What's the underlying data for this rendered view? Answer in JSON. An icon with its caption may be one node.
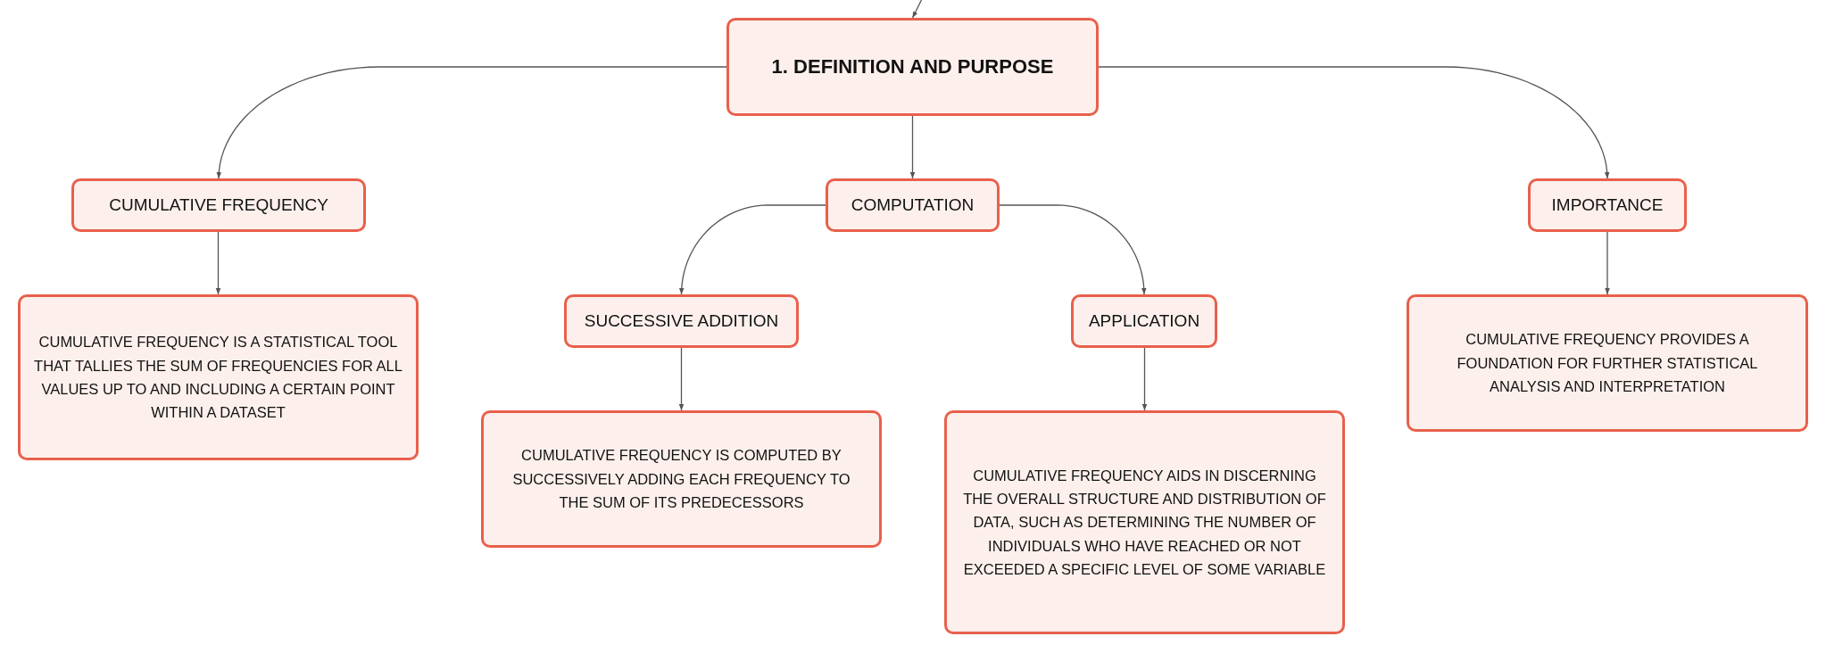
{
  "diagram": {
    "nodes": [
      {
        "text": [
          "1. DEFINITION AND PURPOSE"
        ]
      },
      {
        "text": [
          "CUMULATIVE FREQUENCY"
        ]
      },
      {
        "text": [
          "COMPUTATION"
        ]
      },
      {
        "text": [
          "IMPORTANCE"
        ]
      },
      {
        "text": [
          "CUMULATIVE FREQUENCY IS A STATISTICAL TOOL THAT TALLIES THE SUM OF FREQUENCIES FOR ALL VALUES UP TO AND INCLUDING A CERTAIN POINT WITHIN A DATASET"
        ]
      },
      {
        "text": [
          "SUCCESSIVE ADDITION"
        ]
      },
      {
        "text": [
          "APPLICATION"
        ]
      },
      {
        "text": [
          "CUMULATIVE FREQUENCY PROVIDES A FOUNDATION FOR FURTHER STATISTICAL ANALYSIS AND INTERPRETATION"
        ]
      },
      {
        "text": [
          "CUMULATIVE FREQUENCY IS COMPUTED BY SUCCESSIVELY ADDING EACH FREQUENCY TO THE SUM OF ITS PREDECESSORS"
        ]
      },
      {
        "text": [
          "CUMULATIVE FREQUENCY AIDS IN DISCERNING THE OVERALL STRUCTURE AND DISTRIBUTION OF DATA, SUCH AS DETERMINING THE NUMBER OF INDIVIDUALS WHO HAVE REACHED OR NOT EXCEEDED A SPECIFIC LEVEL OF SOME VARIABLE"
        ]
      }
    ],
    "edges": [
      {
        "from": null,
        "to": 0,
        "arrow": "to"
      },
      {
        "from": 0,
        "to": 1,
        "arrow": "to"
      },
      {
        "from": 0,
        "to": 2,
        "arrow": "to"
      },
      {
        "from": 0,
        "to": 3,
        "arrow": "to"
      },
      {
        "from": 1,
        "to": 4,
        "arrow": "to"
      },
      {
        "from": 2,
        "to": 5,
        "arrow": "to"
      },
      {
        "from": 2,
        "to": 6,
        "arrow": "to"
      },
      {
        "from": 3,
        "to": 7,
        "arrow": "to"
      },
      {
        "from": 5,
        "to": 8,
        "arrow": "to"
      },
      {
        "from": 6,
        "to": 9,
        "arrow": "to"
      }
    ]
  }
}
